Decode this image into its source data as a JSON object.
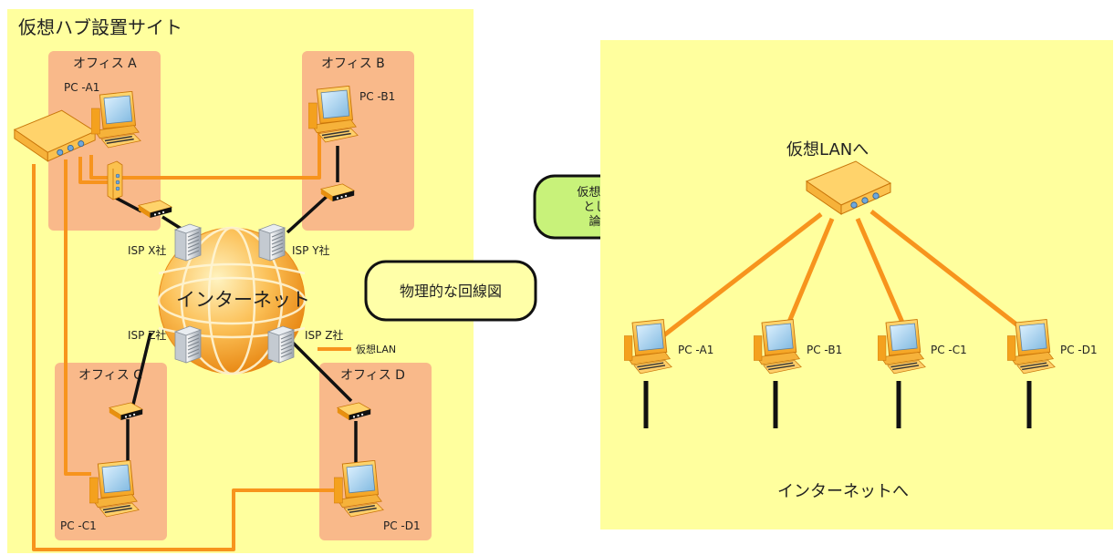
{
  "left_panel": {
    "title": "仮想ハブ設置サイト",
    "offices": {
      "a": "オフィス A",
      "b": "オフィス B",
      "c": "オフィス C",
      "d": "オフィス D"
    },
    "pcs": {
      "a1": "PC -A1",
      "b1": "PC -B1",
      "c1": "PC -C1",
      "d1": "PC -D1"
    },
    "isps": {
      "x": "ISP X社",
      "y": "ISP Y社",
      "z1": "ISP Z社",
      "z2": "ISP Z社"
    },
    "internet_label": "インターネット",
    "legend_label": "仮想LAN",
    "physical_callout": "物理的な回線図"
  },
  "center_callout": {
    "line1": "仮想LANを中心",
    "line2": "として捉えた",
    "line3": "論理回線図"
  },
  "right_panel": {
    "hub_label": "仮想LANへ",
    "internet_label": "インターネットへ",
    "pcs": [
      "PC -A1",
      "PC -B1",
      "PC -C1",
      "PC -D1"
    ]
  },
  "colors": {
    "panel_bg": "#ffff9e",
    "office_bg": "#f9b98a",
    "vlan_line": "#f7941d",
    "callout_green": "#c8f27a"
  }
}
